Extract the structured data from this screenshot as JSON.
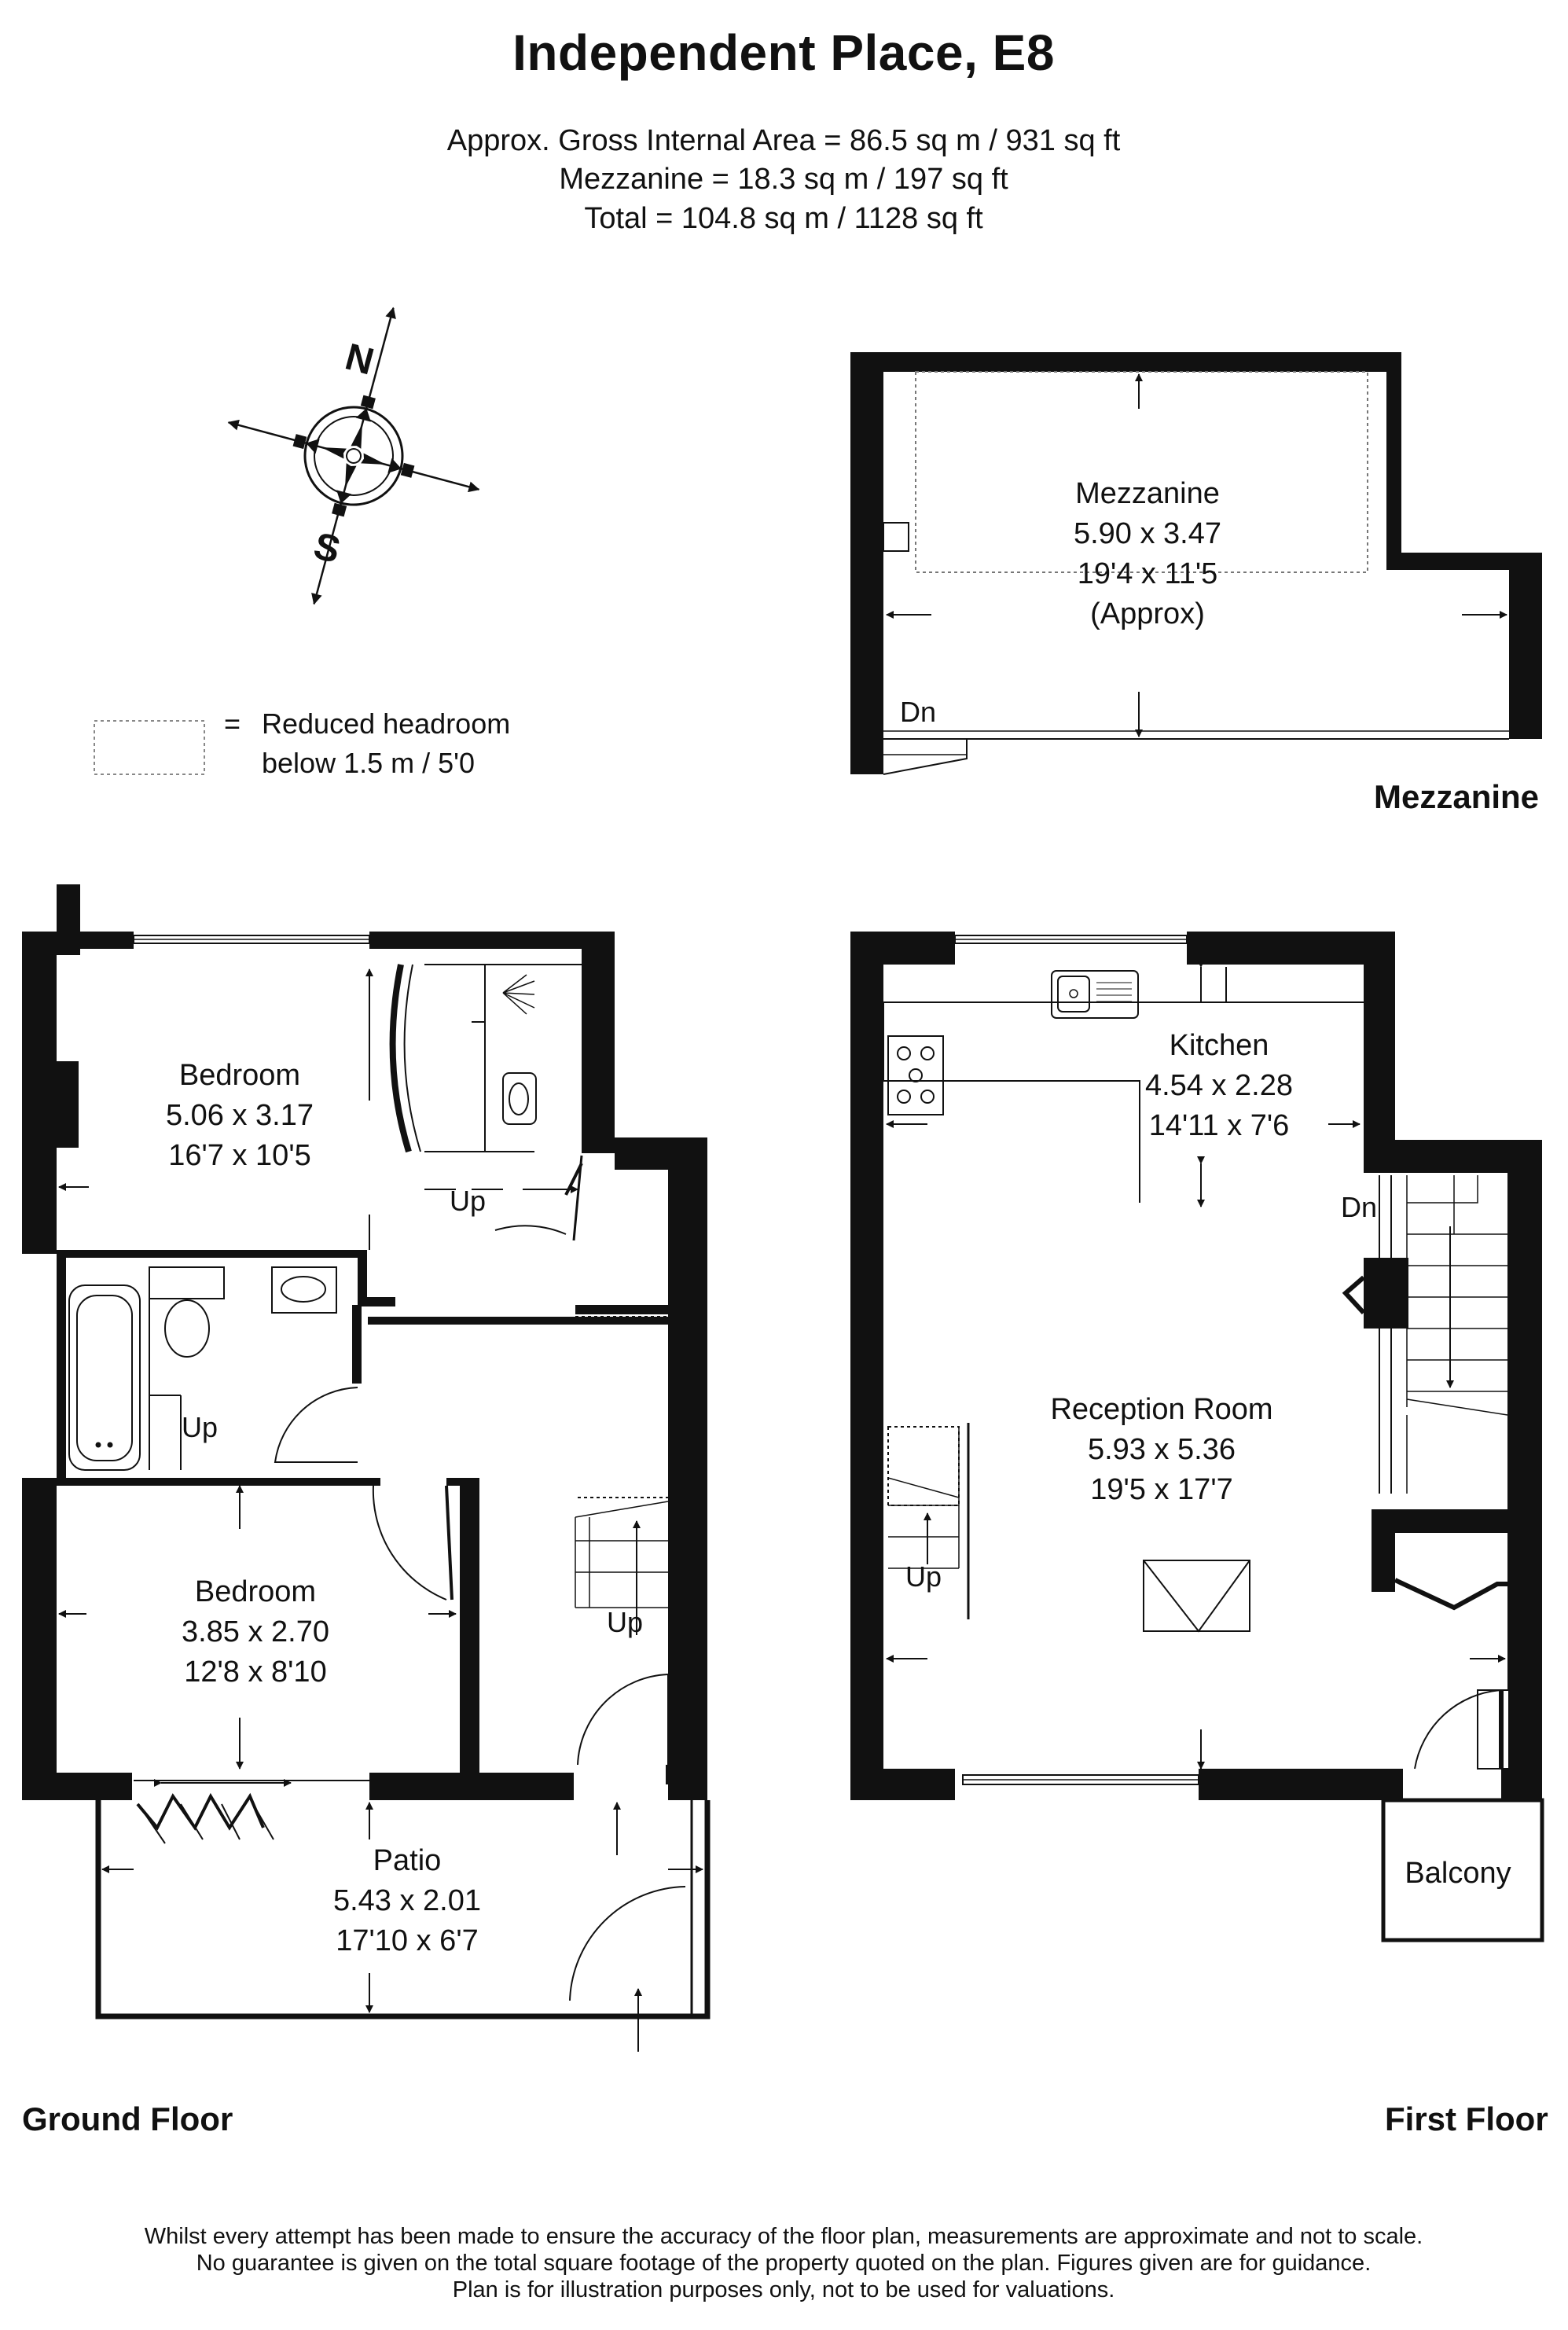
{
  "header": {
    "title": "Independent Place, E8",
    "area_lines": [
      "Approx. Gross Internal Area = 86.5 sq m / 931 sq ft",
      "Mezzanine = 18.3 sq m / 197 sq ft",
      "Total = 104.8 sq m / 1128 sq ft"
    ]
  },
  "compass": {
    "north": "N",
    "south": "S"
  },
  "legend": {
    "symbol": "=",
    "lines": [
      "Reduced headroom",
      "below 1.5 m / 5'0"
    ]
  },
  "floors": {
    "mezzanine": {
      "label": "Mezzanine",
      "rooms": [
        {
          "name": "Mezzanine",
          "metric": "5.90 x 3.47",
          "imperial": "19'4 x 11'5",
          "note": "(Approx)"
        }
      ],
      "stair_labels": [
        "Dn"
      ]
    },
    "ground": {
      "label": "Ground Floor",
      "rooms": [
        {
          "name": "Bedroom",
          "metric": "5.06 x 3.17",
          "imperial": "16'7 x 10'5"
        },
        {
          "name": "Bedroom",
          "metric": "3.85 x 2.70",
          "imperial": "12'8 x 8'10"
        },
        {
          "name": "Patio",
          "metric": "5.43 x 2.01",
          "imperial": "17'10 x 6'7"
        }
      ],
      "stair_labels": [
        "Up",
        "Up",
        "Up"
      ]
    },
    "first": {
      "label": "First Floor",
      "rooms": [
        {
          "name": "Kitchen",
          "metric": "4.54 x 2.28",
          "imperial": "14'11 x 7'6"
        },
        {
          "name": "Reception Room",
          "metric": "5.93 x 5.36",
          "imperial": "19'5 x 17'7"
        },
        {
          "name": "Balcony"
        }
      ],
      "stair_labels": [
        "Dn",
        "Up"
      ]
    }
  },
  "disclaimer": [
    "Whilst every attempt has been made to ensure the accuracy of the floor plan, measurements are approximate and not to scale.",
    "No guarantee is given on the total square footage of the property quoted on the plan. Figures given are for guidance.",
    "Plan is for illustration purposes only, not to be used for valuations."
  ]
}
